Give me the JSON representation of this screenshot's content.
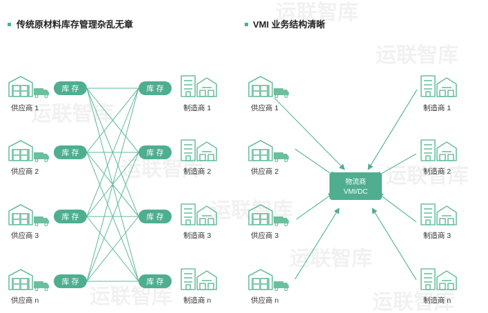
{
  "left_panel": {
    "title": "传统原材料库存管理杂乱无章",
    "suppliers": [
      "供应商 1",
      "供应商 2",
      "供应商 3",
      "供应商 n"
    ],
    "inventory_label": "库 存",
    "manufacturers": [
      "制造商 1",
      "制造商 2",
      "制造商 3",
      "制造商 n"
    ]
  },
  "right_panel": {
    "title": "VMI 业务结构清晰",
    "hub_line1": "物流商",
    "hub_line2": "VMI/DC",
    "suppliers": [
      "供应商 1",
      "供应商 2",
      "供应商 3",
      "供应商 n"
    ],
    "manufacturers": [
      "制造商 1",
      "制造商 2",
      "制造商 3",
      "制造商 n"
    ]
  },
  "watermark": "运联智库",
  "colors": {
    "accent": "#4fae8f",
    "pill": "#4fae8f",
    "line": "#5db89a",
    "icon": "#6bbf9f"
  }
}
